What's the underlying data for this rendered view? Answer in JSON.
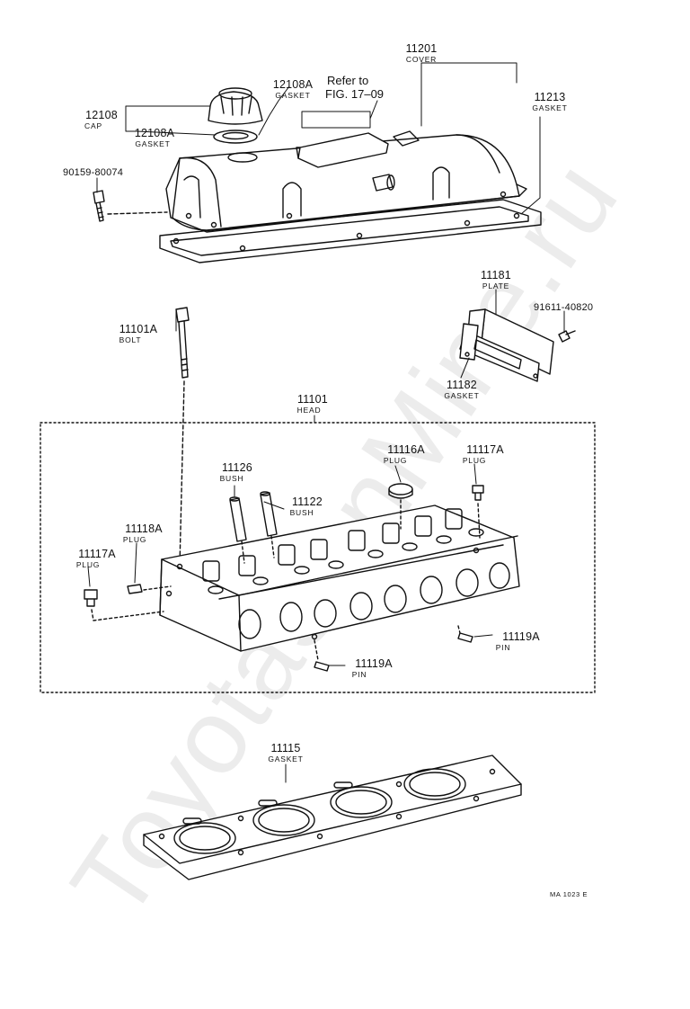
{
  "watermark": "ToyotaSanMine.ru",
  "figure_code": "MA 1023 E",
  "reference": {
    "line1": "Refer to",
    "line2": "FIG. 17–09"
  },
  "parts": {
    "p11201": {
      "number": "11201",
      "name": "COVER"
    },
    "p11213": {
      "number": "11213",
      "name": "GASKET"
    },
    "p12108A_top": {
      "number": "12108A",
      "name": "GASKET"
    },
    "p12108": {
      "number": "12108",
      "name": "CAP"
    },
    "p12108A_bot": {
      "number": "12108A",
      "name": "GASKET"
    },
    "p90159": {
      "number": "90159-80074"
    },
    "p11181": {
      "number": "11181",
      "name": "PLATE"
    },
    "p91611": {
      "number": "91611-40820"
    },
    "p11182": {
      "number": "11182",
      "name": "GASKET"
    },
    "p11101A": {
      "number": "11101A",
      "name": "BOLT"
    },
    "p11101": {
      "number": "11101",
      "name": "HEAD"
    },
    "p11126": {
      "number": "11126",
      "name": "BUSH"
    },
    "p11116A": {
      "number": "11116A",
      "name": "PLUG"
    },
    "p11117A_r": {
      "number": "11117A",
      "name": "PLUG"
    },
    "p11122": {
      "number": "11122",
      "name": "BUSH"
    },
    "p11118A": {
      "number": "11118A",
      "name": "PLUG"
    },
    "p11117A_l": {
      "number": "11117A",
      "name": "PLUG"
    },
    "p11119A_r": {
      "number": "11119A",
      "name": "PIN"
    },
    "p11119A_b": {
      "number": "11119A",
      "name": "PIN"
    },
    "p11115": {
      "number": "11115",
      "name": "GASKET"
    }
  }
}
